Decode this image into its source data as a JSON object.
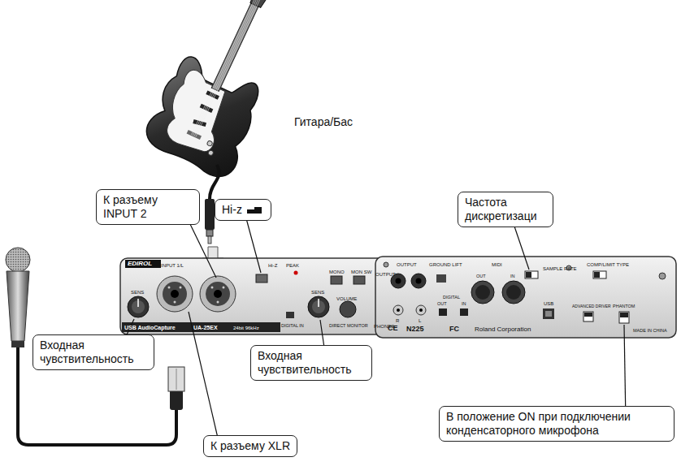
{
  "diagram": {
    "nodes": [
      {
        "text": [
          "К разъему INPUT 2"
        ]
      },
      {
        "text": [
          "Hi-z"
        ]
      },
      {
        "text": [
          "Входная чувствительность"
        ]
      },
      {
        "text": [
          "Входная чувствительность"
        ]
      },
      {
        "text": [
          "К разъему XLR"
        ]
      },
      {
        "text": [
          "Частота дискретизаци"
        ]
      },
      {
        "text": [
          "В положение ON при подключении конденсаторного микрофона"
        ]
      }
    ],
    "labels": [
      "Гитара/Бас",
      "EDIROL",
      "INPUT 1/L",
      "SENS",
      "SENS",
      "Hi-Z",
      "PEAK",
      "MONO",
      "MON SW",
      "VOLUME",
      "DIRECT MONITOR",
      "OUTPUT",
      "PHONES",
      "DIGITAL IN",
      "USB AudioCapture",
      "UA-25EX",
      "24bit 96kHz",
      "OUTPUT",
      "GROUND LIFT",
      "MIDI",
      "OUT",
      "IN",
      "SAMPLE RATE",
      "COMP/LIMIT TYPE",
      "R",
      "L",
      "DIGITAL",
      "OUT",
      "IN",
      "USB",
      "ADVANCED DRIVER",
      "PHANTOM",
      "CE",
      "N225",
      "FC",
      "Roland Corporation",
      "MADE IN CHINA"
    ]
  }
}
